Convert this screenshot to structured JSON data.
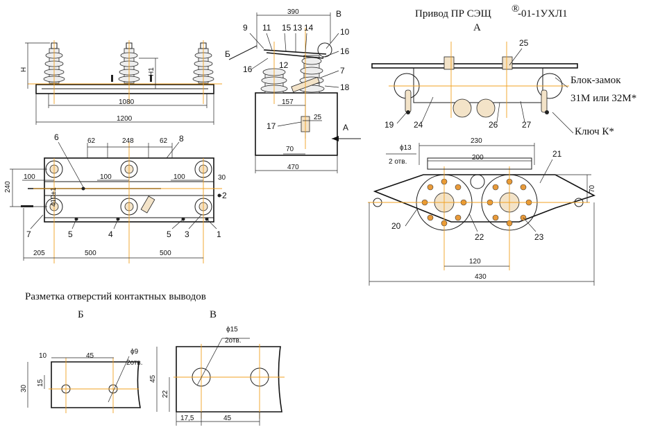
{
  "drive_title": "Привод ПР СЭЩ",
  "drive_title_reg": "®",
  "drive_title_suffix": "-01-1УХЛ1",
  "view_a": "А",
  "view_b": "Б",
  "view_v": "В",
  "holes_title": "Разметка отверстий контактных выводов",
  "block_lock_label": "Блок-замок",
  "block_lock_variants": "31М или 32М*",
  "key_label": "Ключ К*",
  "front_view": {
    "dim_h": "H",
    "dim_h1": "H1",
    "dim_1080": "1080",
    "dim_1200": "1200"
  },
  "top_view": {
    "dim_62a": "62",
    "dim_248": "248",
    "dim_62b": "62",
    "dim_100a": "100",
    "dim_100b": "100",
    "dim_100c": "100",
    "dim_240": "240",
    "dim_30": "30",
    "dim_410": "410±1",
    "dim_205": "205",
    "dim_500a": "500",
    "dim_500b": "500",
    "callouts": [
      "6",
      "8",
      "2",
      "7",
      "5",
      "4",
      "5",
      "3",
      "1"
    ]
  },
  "side_view": {
    "dim_390": "390",
    "dim_157": "157",
    "dim_25": "25",
    "dim_70": "70",
    "dim_470": "470",
    "callouts": [
      "9",
      "11",
      "15",
      "13",
      "14",
      "10",
      "16",
      "16",
      "12",
      "7",
      "18",
      "17"
    ],
    "arrow_b": "Б",
    "arrow_v": "В",
    "arrow_a": "А"
  },
  "drive_view": {
    "callouts": [
      "25",
      "19",
      "24",
      "26",
      "27",
      "21",
      "20",
      "22",
      "23"
    ],
    "dim_13": "ϕ13",
    "dim_2otv": "2 отв.",
    "dim_230": "230",
    "dim_200": "200",
    "dim_70": "70",
    "dim_120": "120",
    "dim_430": "430"
  },
  "hole_b": {
    "dim_10": "10",
    "dim_45": "45",
    "dim_15": "15",
    "dim_30": "30",
    "dim_9": "ϕ9",
    "dim_2otv": "2отв."
  },
  "hole_v": {
    "dim_15": "ϕ15",
    "dim_2otv": "2отв.",
    "dim_45v": "45",
    "dim_22": "22",
    "dim_175": "17,5",
    "dim_45h": "45"
  }
}
